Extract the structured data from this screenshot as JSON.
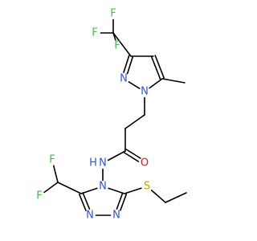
{
  "molecule": {
    "atoms": [
      {
        "id": "f1",
        "label": "F"
      },
      {
        "id": "f2",
        "label": "F"
      },
      {
        "id": "f3",
        "label": "F"
      },
      {
        "id": "cf3"
      },
      {
        "id": "c3"
      },
      {
        "id": "c4"
      },
      {
        "id": "c5"
      },
      {
        "id": "me"
      },
      {
        "id": "n1",
        "label": "N"
      },
      {
        "id": "n2",
        "label": "N"
      },
      {
        "id": "ch2a"
      },
      {
        "id": "ch2b"
      },
      {
        "id": "co"
      },
      {
        "id": "o",
        "label": "O"
      },
      {
        "id": "nh",
        "label": "N"
      },
      {
        "id": "h",
        "label": "H"
      },
      {
        "id": "tn4",
        "label": "N"
      },
      {
        "id": "tc3"
      },
      {
        "id": "tn2",
        "label": "N"
      },
      {
        "id": "tn1",
        "label": "N"
      },
      {
        "id": "tc5"
      },
      {
        "id": "chf2"
      },
      {
        "id": "f4",
        "label": "F"
      },
      {
        "id": "f5",
        "label": "F"
      },
      {
        "id": "s",
        "label": "S"
      },
      {
        "id": "et1"
      },
      {
        "id": "et2"
      }
    ],
    "bonds": [
      {
        "a": "cf3",
        "b": "f1"
      },
      {
        "a": "cf3",
        "b": "f2"
      },
      {
        "a": "cf3",
        "b": "f3"
      },
      {
        "a": "cf3",
        "b": "c3"
      },
      {
        "a": "c3",
        "b": "c4"
      },
      {
        "a": "c4",
        "b": "c5",
        "order": 2
      },
      {
        "a": "c5",
        "b": "n1"
      },
      {
        "a": "n1",
        "b": "n2"
      },
      {
        "a": "n2",
        "b": "c3",
        "order": 2
      },
      {
        "a": "c5",
        "b": "me"
      },
      {
        "a": "n1",
        "b": "ch2a"
      },
      {
        "a": "ch2a",
        "b": "ch2b"
      },
      {
        "a": "ch2b",
        "b": "co"
      },
      {
        "a": "co",
        "b": "o",
        "order": 2
      },
      {
        "a": "co",
        "b": "nh"
      },
      {
        "a": "nh",
        "b": "tn4"
      },
      {
        "a": "tn4",
        "b": "tc3"
      },
      {
        "a": "tc3",
        "b": "tn2",
        "order": 2
      },
      {
        "a": "tn2",
        "b": "tn1"
      },
      {
        "a": "tn1",
        "b": "tc5",
        "order": 2
      },
      {
        "a": "tc5",
        "b": "tn4"
      },
      {
        "a": "tc3",
        "b": "chf2"
      },
      {
        "a": "chf2",
        "b": "f4"
      },
      {
        "a": "chf2",
        "b": "f5"
      },
      {
        "a": "tc5",
        "b": "s"
      },
      {
        "a": "s",
        "b": "et1"
      },
      {
        "a": "et1",
        "b": "et2"
      }
    ]
  },
  "colors": {
    "bond": "#000000",
    "F": "#33cc33",
    "N": "#3050f8",
    "O": "#ff0d0d",
    "S": "#b8a400",
    "H": "#3050f8"
  }
}
